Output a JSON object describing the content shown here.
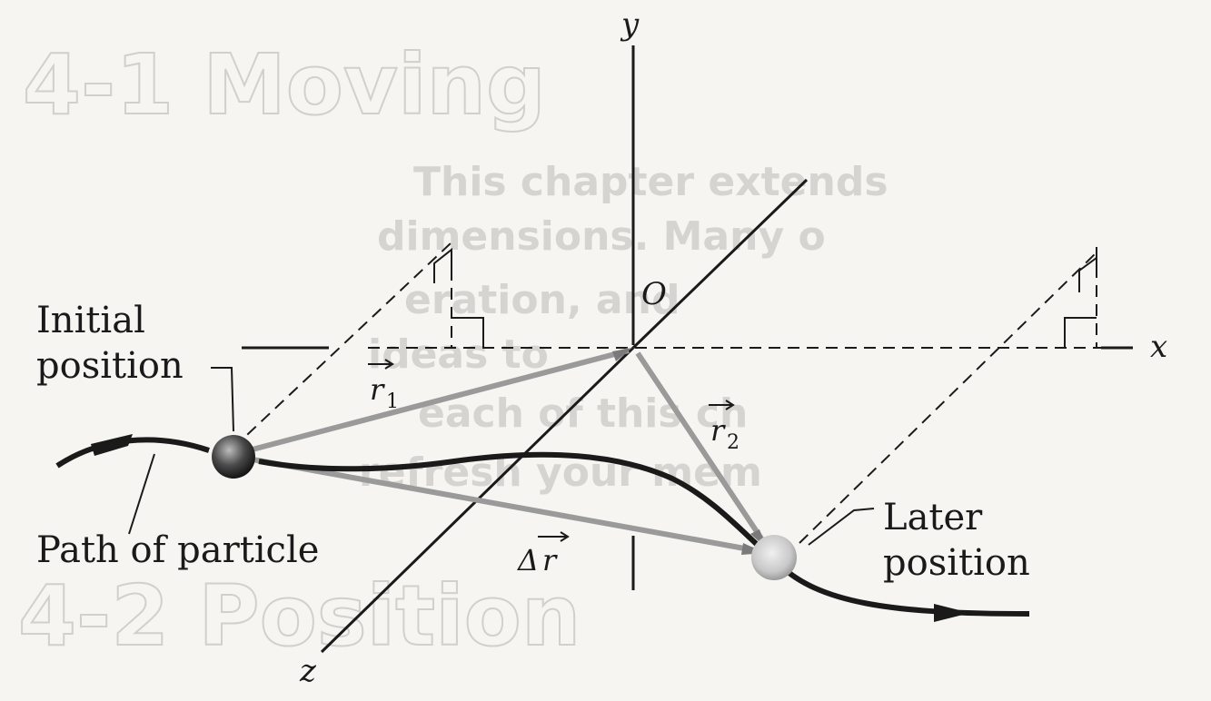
{
  "background_text": {
    "heading_top": "4-1 Moving",
    "heading_bottom": "4-2 Position",
    "body_lines": [
      "This chapter extends",
      "dimensions. Many o",
      "eration, and",
      "ideas to",
      "each of this ch",
      "refresh your mem"
    ]
  },
  "axes": {
    "x": "x",
    "y": "y",
    "z": "z",
    "origin": "O"
  },
  "vectors": {
    "r1": {
      "symbol": "r",
      "subscript": "1"
    },
    "r2": {
      "symbol": "r",
      "subscript": "2"
    },
    "delta_r": {
      "prefix": "Δ",
      "symbol": "r"
    }
  },
  "labels": {
    "initial_position": [
      "Initial",
      "position"
    ],
    "later_position": [
      "Later",
      "position"
    ],
    "path_of_particle": "Path of particle"
  },
  "colors": {
    "ink": "#1a1a1a",
    "paper": "#f6f5f2",
    "vector_line": "#9a9a9a",
    "ghost_text": "#d2d0cc"
  }
}
